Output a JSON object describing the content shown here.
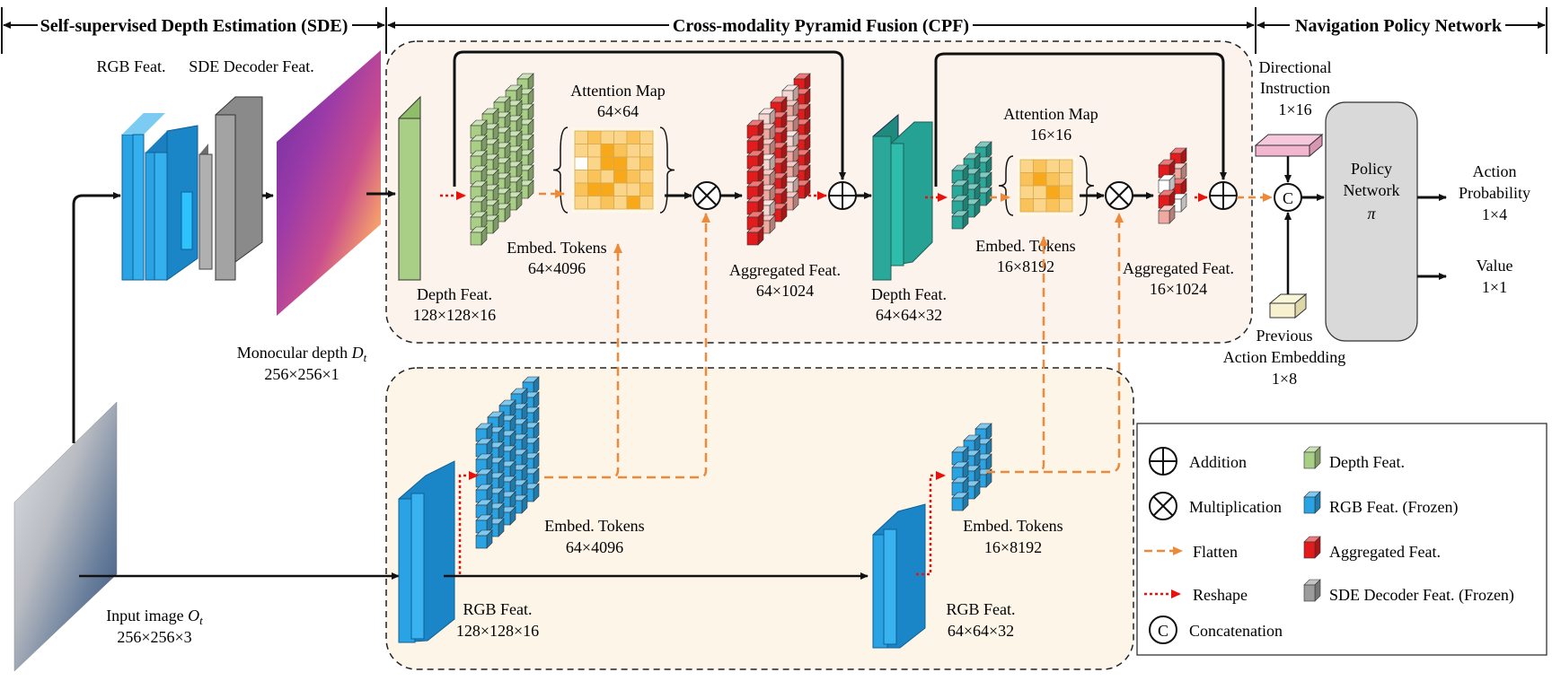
{
  "sections": {
    "sde": "Self-supervised Depth Estimation (SDE)",
    "cpf": "Cross-modality Pyramid Fusion (CPF)",
    "nav": "Navigation Policy Network"
  },
  "sde": {
    "rgb_feat": "RGB Feat.",
    "decoder_feat": "SDE Decoder Feat.",
    "mono_depth_label": "Monocular depth ",
    "mono_depth_sym": "D",
    "mono_depth_sub": "t",
    "mono_depth_dim": "256×256×1",
    "input_label": "Input image ",
    "input_sym": "O",
    "input_sub": "t",
    "input_dim": "256×256×3"
  },
  "cpf_top": {
    "depth1": "Depth Feat.",
    "depth1_dim": "128×128×16",
    "tokens1": "Embed. Tokens",
    "tokens1_dim": "64×4096",
    "att1": "Attention Map",
    "att1_dim": "64×64",
    "agg1": "Aggregated Feat.",
    "agg1_dim": "64×1024",
    "depth2": "Depth Feat.",
    "depth2_dim": "64×64×32",
    "tokens2": "Embed. Tokens",
    "tokens2_dim": "16×8192",
    "att2": "Attention Map",
    "att2_dim": "16×16",
    "agg2": "Aggregated Feat.",
    "agg2_dim": "16×1024"
  },
  "cpf_bottom": {
    "tokens1": "Embed. Tokens",
    "tokens1_dim": "64×4096",
    "rgb1": "RGB Feat.",
    "rgb1_dim": "128×128×16",
    "tokens2": "Embed. Tokens",
    "tokens2_dim": "16×8192",
    "rgb2": "RGB Feat.",
    "rgb2_dim": "64×64×32"
  },
  "nav": {
    "dir_line1": "Directional",
    "dir_line2": "Instruction",
    "dir_dim": "1×16",
    "concat_symbol": "C",
    "policy_line1": "Policy",
    "policy_line2": "Network",
    "policy_sym": "π",
    "prev_line1": "Previous",
    "prev_line2": "Action Embedding",
    "prev_dim": "1×8",
    "action_line1": "Action",
    "action_line2": "Probability",
    "action_dim": "1×4",
    "value": "Value",
    "value_dim": "1×1"
  },
  "legend": {
    "addition": "Addition",
    "multiplication": "Multiplication",
    "flatten": "Flatten",
    "reshape": "Reshape",
    "concat_symbol": "C",
    "concatenation": "Concatenation",
    "depth_feat": "Depth Feat.",
    "rgb_feat": "RGB Feat. (Frozen)",
    "agg_feat": "Aggregated Feat.",
    "sde_feat": "SDE Decoder Feat. (Frozen)"
  },
  "colors": {
    "depth_green": "#a9cf86",
    "rgb_blue": "#2aa3e4",
    "teal": "#2aa899",
    "agg_red": "#e21c1c",
    "agg_pink": "#f0a9a0",
    "sde_gray": "#9c9c9c",
    "flatten_orange": "#ec8a3a",
    "reshape_red": "#e8120c",
    "cpf_top_bg": "#fcf3ec",
    "cpf_bottom_bg": "#fdf6e8",
    "policy_gray": "#d9d9d9"
  }
}
